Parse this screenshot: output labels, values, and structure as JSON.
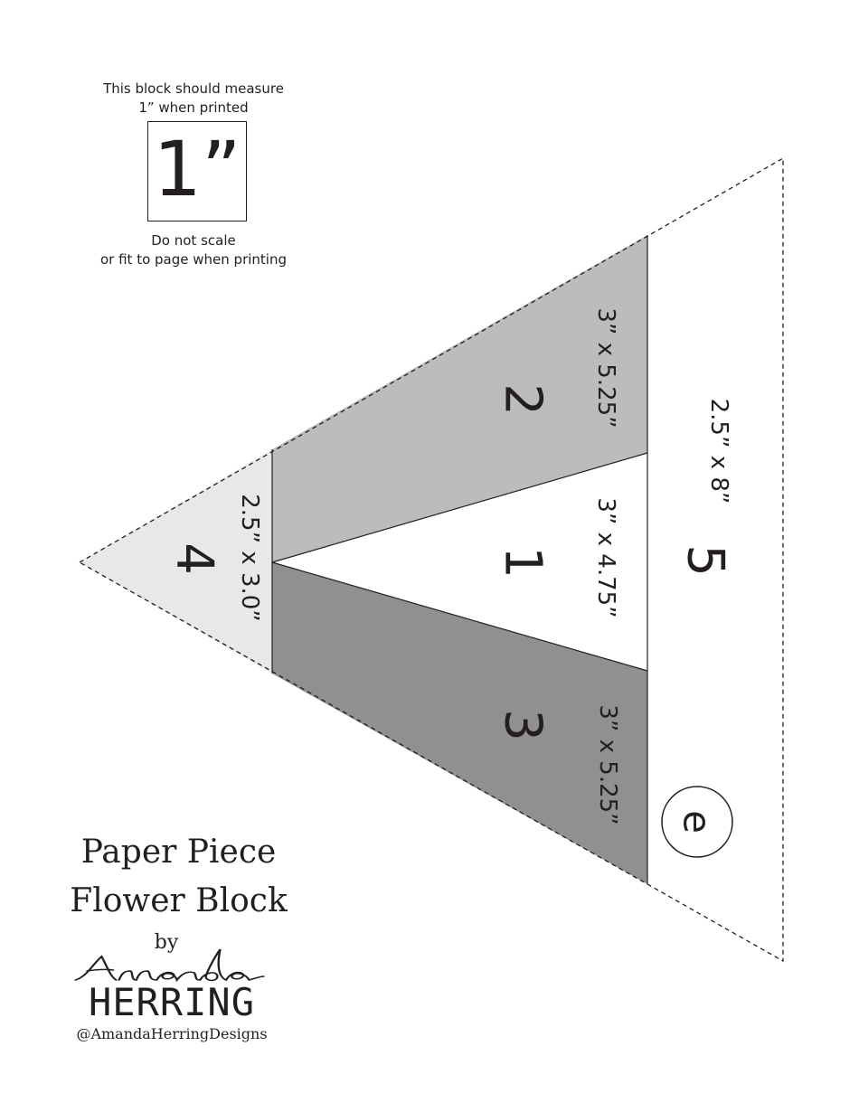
{
  "scale_note": {
    "top_line_1": "This block should measure",
    "top_line_2": "1” when printed",
    "box_label": "1”",
    "bottom_line_1": "Do not scale",
    "bottom_line_2": "or fit to page when printing"
  },
  "pieces": [
    {
      "number": "1",
      "size": "3” x 4.75”",
      "fill": "#ffffff"
    },
    {
      "number": "2",
      "size": "3” x 5.25”",
      "fill": "#bcbcbc"
    },
    {
      "number": "3",
      "size": "3” x 5.25”",
      "fill": "#918f90"
    },
    {
      "number": "4",
      "size": "2.5” x 3.0”",
      "fill": "#e8e8e8"
    },
    {
      "number": "5",
      "size": "2.5” x 8”",
      "fill": "#ffffff"
    }
  ],
  "section_letter": "e",
  "title": {
    "line_1": "Paper Piece",
    "line_2": "Flower Block"
  },
  "credit": {
    "by": "by",
    "first_name": "Amanda",
    "last_name": "HERRING",
    "handle": "@AmandaHerringDesigns"
  }
}
